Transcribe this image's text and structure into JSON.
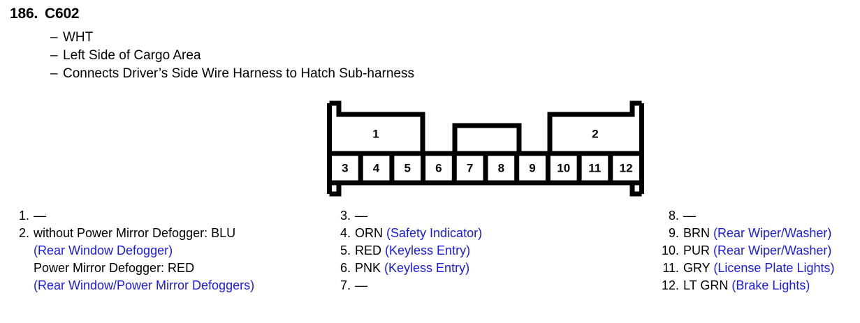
{
  "header": {
    "index": "186.",
    "connector_code": "C602",
    "spec_lines": [
      {
        "dash": "–",
        "text": "WHT"
      },
      {
        "dash": "–",
        "text": "Left Side of Cargo Area"
      },
      {
        "dash": "–",
        "text": "Connects Driver’s Side Wire Harness to Hatch Sub-harness"
      }
    ]
  },
  "connector": {
    "top_blocks": [
      {
        "label": "1"
      },
      {
        "label": "2"
      }
    ],
    "pins": [
      {
        "label": "3"
      },
      {
        "label": "4"
      },
      {
        "label": "5"
      },
      {
        "label": "6"
      },
      {
        "label": "7"
      },
      {
        "label": "8"
      },
      {
        "label": "9"
      },
      {
        "label": "10"
      },
      {
        "label": "11"
      },
      {
        "label": "12"
      }
    ]
  },
  "legend": {
    "columns": [
      {
        "items": [
          {
            "num": "1.",
            "lines": [
              {
                "wire": "—",
                "circuit": ""
              }
            ]
          },
          {
            "num": "2.",
            "lines": [
              {
                "wire": "without Power Mirror Defogger: BLU",
                "circuit": ""
              },
              {
                "wire": "",
                "circuit": "(Rear Window Defogger)"
              },
              {
                "wire": "Power Mirror Defogger: RED",
                "circuit": ""
              },
              {
                "wire": "",
                "circuit": "(Rear Window/Power Mirror Defoggers)"
              }
            ]
          }
        ]
      },
      {
        "items": [
          {
            "num": "3.",
            "lines": [
              {
                "wire": "—",
                "circuit": ""
              }
            ]
          },
          {
            "num": "4.",
            "lines": [
              {
                "wire": "ORN",
                "circuit": "(Safety Indicator)"
              }
            ]
          },
          {
            "num": "5.",
            "lines": [
              {
                "wire": "RED",
                "circuit": "(Keyless Entry)"
              }
            ]
          },
          {
            "num": "6.",
            "lines": [
              {
                "wire": "PNK",
                "circuit": "(Keyless Entry)"
              }
            ]
          },
          {
            "num": "7.",
            "lines": [
              {
                "wire": "—",
                "circuit": ""
              }
            ]
          }
        ]
      },
      {
        "items": [
          {
            "num": "8.",
            "lines": [
              {
                "wire": "—",
                "circuit": ""
              }
            ]
          },
          {
            "num": "9.",
            "lines": [
              {
                "wire": "BRN",
                "circuit": "(Rear Wiper/Washer)"
              }
            ]
          },
          {
            "num": "10.",
            "lines": [
              {
                "wire": "PUR",
                "circuit": "(Rear Wiper/Washer)"
              }
            ]
          },
          {
            "num": "11.",
            "lines": [
              {
                "wire": "GRY",
                "circuit": "(License Plate Lights)"
              }
            ]
          },
          {
            "num": "12.",
            "lines": [
              {
                "wire": "LT GRN",
                "circuit": "(Brake Lights)"
              }
            ]
          }
        ]
      }
    ]
  },
  "colors": {
    "wire_text": "#000000",
    "circuit_text": "#1a1ae0",
    "outline": "#000000",
    "background": "#ffffff"
  }
}
